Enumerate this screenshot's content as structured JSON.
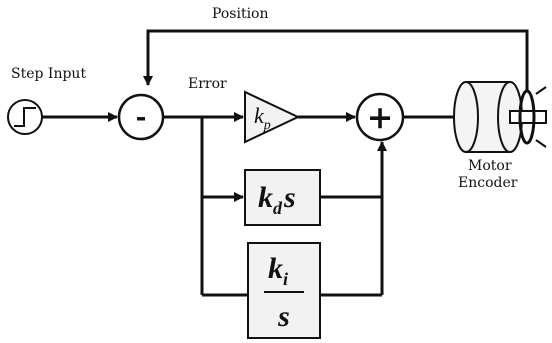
{
  "labels": {
    "step_input": "Step Input",
    "error": "Error",
    "position": "Position",
    "motor": "Motor",
    "encoder": "Encoder"
  },
  "summing_junctions": {
    "comparator_sign": "-",
    "adder_sign": "+"
  },
  "blocks": {
    "proportional": {
      "symbol": "k",
      "subscript": "p"
    },
    "derivative": {
      "symbol": "k",
      "subscript": "d",
      "suffix": "s"
    },
    "integral": {
      "numerator_symbol": "k",
      "numerator_subscript": "i",
      "denominator": "s"
    }
  },
  "colors": {
    "stroke": "#111111",
    "block_fill": "#f2f2f2",
    "motor_fill": "#f4f4f4",
    "background": "#ffffff"
  },
  "icons": {
    "step_source": "step-function-icon",
    "motor": "motor-encoder-icon"
  }
}
